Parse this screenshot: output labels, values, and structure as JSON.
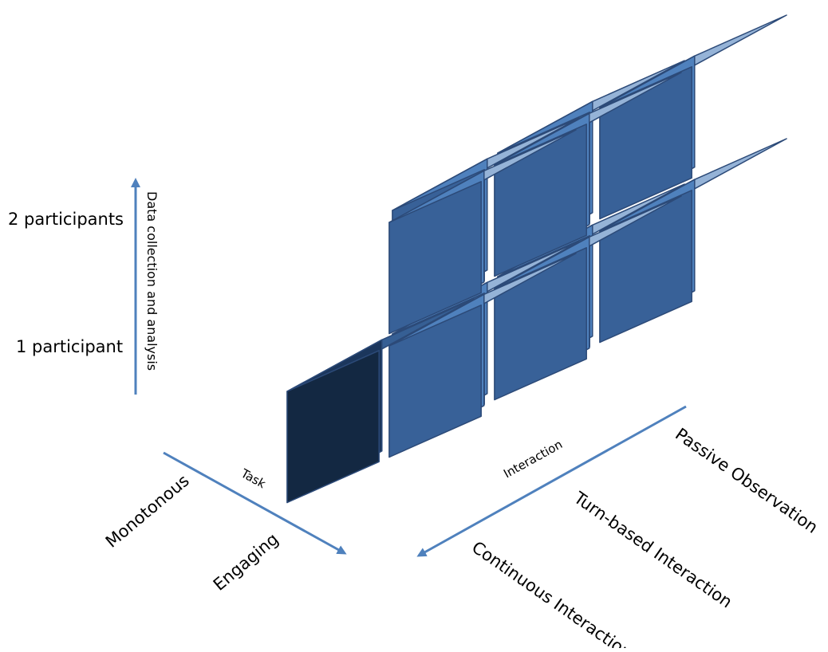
{
  "labels": {
    "two_participants": "2 participants",
    "one_participant": "1 participant",
    "vertical_axis": "Data collection and analysis",
    "task_axis": "Task",
    "interaction_axis": "Interaction",
    "monotonous": "Monotonous",
    "engaging": "Engaging",
    "passive_observation": "Passive Observation",
    "turn_based_interaction": "Turn-based Interaction",
    "continuous_interaction": "Continuous Interaction"
  },
  "colors": {
    "top_face": "#95b3d7",
    "left_face": "#4f81bd",
    "right_face": "#386198",
    "highlight_top": "#365f94",
    "highlight_left": "#1b365c",
    "highlight_right": "#132842",
    "axis_arrow": "#4f81bd"
  }
}
